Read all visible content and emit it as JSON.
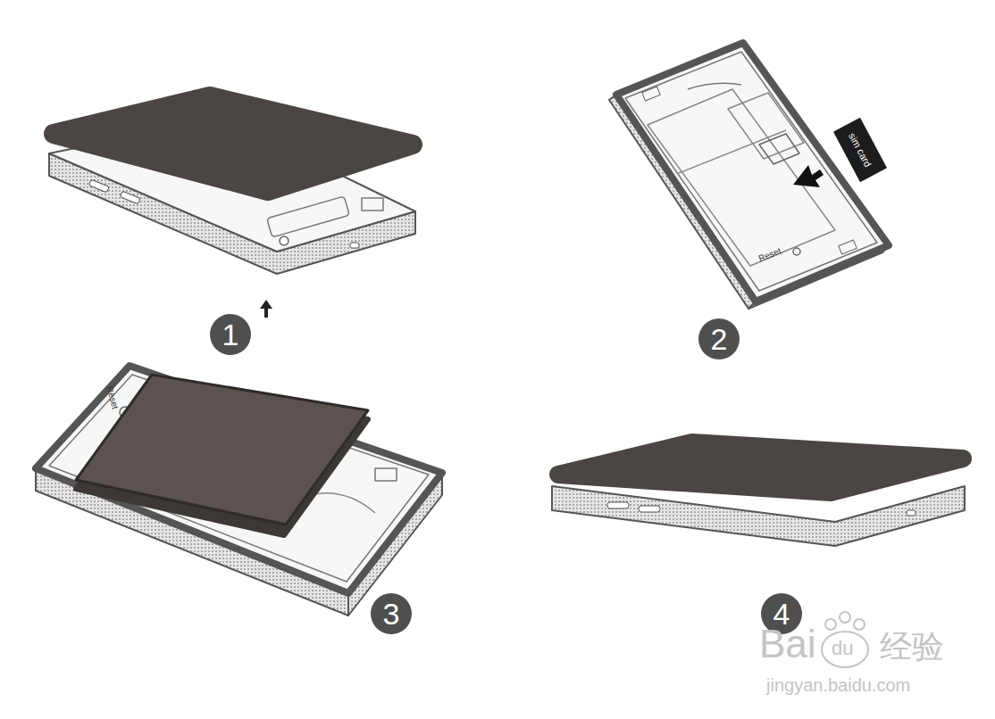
{
  "diagram": {
    "nodes": [
      {
        "text": [
          "sim card"
        ]
      },
      {
        "text": [
          "1"
        ]
      },
      {
        "text": [
          "2"
        ]
      },
      {
        "text": [
          "3"
        ]
      },
      {
        "text": [
          "4"
        ]
      }
    ],
    "labels": [
      "Reset",
      "Reset",
      "Bai",
      "du",
      "经验",
      "jingyan.baidu.com"
    ]
  }
}
